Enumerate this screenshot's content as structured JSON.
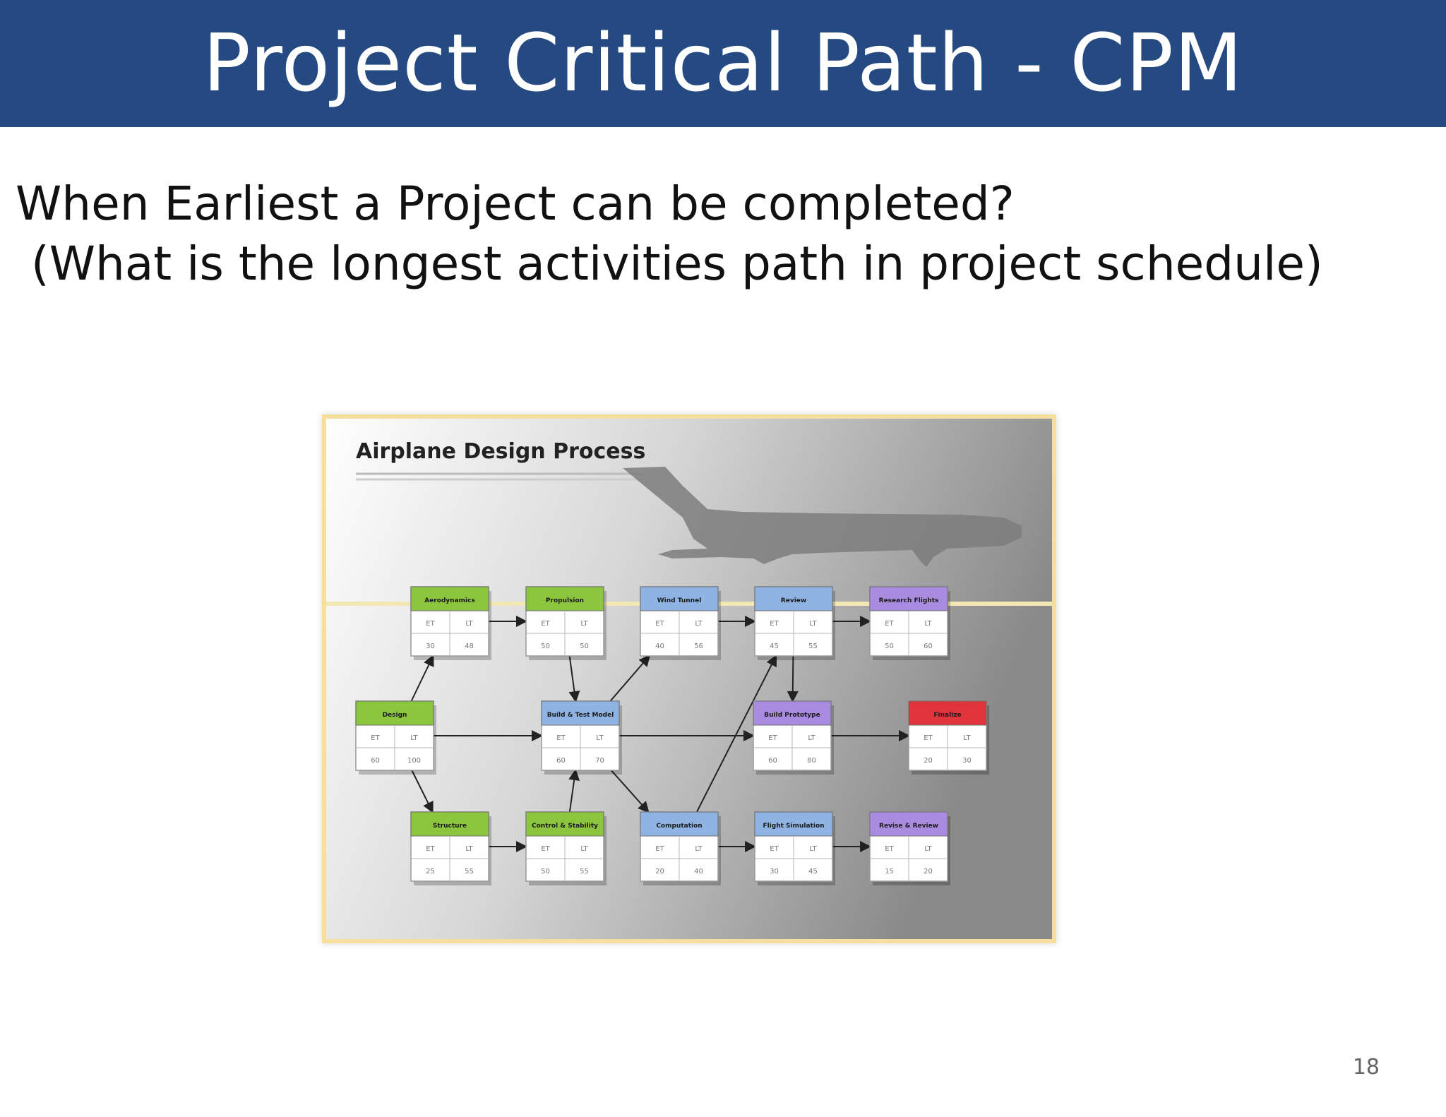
{
  "slide": {
    "title": "Project Critical Path - CPM",
    "question": "When Earliest a Project can be completed?",
    "subquestion": "(What is the longest activities path in project schedule)",
    "page_number": "18"
  },
  "diagram": {
    "title": "Airplane Design Process",
    "node_colors": {
      "green": "#8cc63f",
      "blue": "#8fb4e3",
      "purple": "#a98be0",
      "red": "#e0333c"
    },
    "nodes": [
      {
        "id": "aerodynamics",
        "label": "Aerodynamics",
        "color": "green",
        "r1": [
          "ET",
          "LT"
        ],
        "r2": [
          "30",
          "48"
        ]
      },
      {
        "id": "propulsion",
        "label": "Propulsion",
        "color": "green",
        "r1": [
          "ET",
          "LT"
        ],
        "r2": [
          "50",
          "50"
        ]
      },
      {
        "id": "wind-tunnel",
        "label": "Wind Tunnel",
        "color": "blue",
        "r1": [
          "ET",
          "LT"
        ],
        "r2": [
          "40",
          "56"
        ]
      },
      {
        "id": "review",
        "label": "Review",
        "color": "blue",
        "r1": [
          "ET",
          "LT"
        ],
        "r2": [
          "45",
          "55"
        ]
      },
      {
        "id": "research-flights",
        "label": "Research Flights",
        "color": "purple",
        "r1": [
          "ET",
          "LT"
        ],
        "r2": [
          "50",
          "60"
        ]
      },
      {
        "id": "design",
        "label": "Design",
        "color": "green",
        "r1": [
          "ET",
          "LT"
        ],
        "r2": [
          "60",
          "100"
        ]
      },
      {
        "id": "build-test-model",
        "label": "Build & Test Model",
        "color": "blue",
        "r1": [
          "ET",
          "LT"
        ],
        "r2": [
          "60",
          "70"
        ]
      },
      {
        "id": "build-prototype",
        "label": "Build Prototype",
        "color": "purple",
        "r1": [
          "ET",
          "LT"
        ],
        "r2": [
          "60",
          "80"
        ]
      },
      {
        "id": "finalize",
        "label": "Finalize",
        "color": "red",
        "r1": [
          "ET",
          "LT"
        ],
        "r2": [
          "20",
          "30"
        ]
      },
      {
        "id": "structure",
        "label": "Structure",
        "color": "green",
        "r1": [
          "ET",
          "LT"
        ],
        "r2": [
          "25",
          "55"
        ]
      },
      {
        "id": "control-stability",
        "label": "Control & Stability",
        "color": "green",
        "r1": [
          "ET",
          "LT"
        ],
        "r2": [
          "50",
          "55"
        ]
      },
      {
        "id": "computation",
        "label": "Computation",
        "color": "blue",
        "r1": [
          "ET",
          "LT"
        ],
        "r2": [
          "20",
          "40"
        ]
      },
      {
        "id": "flight-simulation",
        "label": "Flight Simulation",
        "color": "blue",
        "r1": [
          "ET",
          "LT"
        ],
        "r2": [
          "30",
          "45"
        ]
      },
      {
        "id": "revise-review",
        "label": "Revise & Review",
        "color": "purple",
        "r1": [
          "ET",
          "LT"
        ],
        "r2": [
          "15",
          "20"
        ]
      }
    ],
    "edges": [
      [
        "design",
        "aerodynamics"
      ],
      [
        "aerodynamics",
        "propulsion"
      ],
      [
        "wind-tunnel",
        "review"
      ],
      [
        "review",
        "research-flights"
      ],
      [
        "propulsion",
        "build-test-model"
      ],
      [
        "build-test-model",
        "wind-tunnel"
      ],
      [
        "design",
        "build-test-model"
      ],
      [
        "build-test-model",
        "build-prototype"
      ],
      [
        "build-prototype",
        "finalize"
      ],
      [
        "review",
        "build-prototype"
      ],
      [
        "design",
        "structure"
      ],
      [
        "structure",
        "control-stability"
      ],
      [
        "control-stability",
        "build-test-model"
      ],
      [
        "build-test-model",
        "computation"
      ],
      [
        "computation",
        "review"
      ],
      [
        "computation",
        "flight-simulation"
      ],
      [
        "flight-simulation",
        "revise-review"
      ]
    ]
  }
}
